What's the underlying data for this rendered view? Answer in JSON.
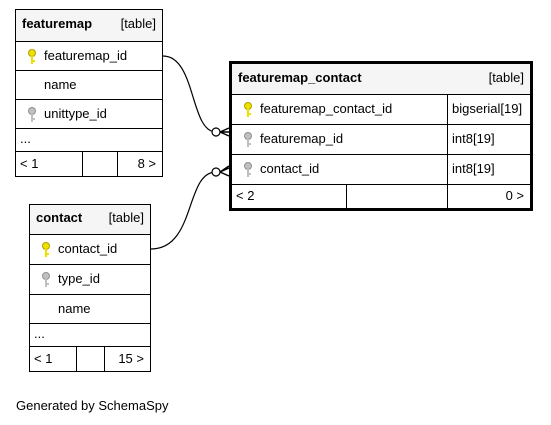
{
  "tables": {
    "featuremap": {
      "name": "featuremap",
      "kind": "[table]",
      "columns": [
        {
          "name": "featuremap_id",
          "key": "primary"
        },
        {
          "name": "name",
          "key": "none"
        },
        {
          "name": "unittype_id",
          "key": "foreign"
        }
      ],
      "more": "...",
      "footer": {
        "parents": "< 1",
        "children": "8 >"
      }
    },
    "featuremap_contact": {
      "name": "featuremap_contact",
      "kind": "[table]",
      "columns": [
        {
          "name": "featuremap_contact_id",
          "type": "bigserial[19]",
          "key": "primary"
        },
        {
          "name": "featuremap_id",
          "type": "int8[19]",
          "key": "foreign"
        },
        {
          "name": "contact_id",
          "type": "int8[19]",
          "key": "foreign"
        }
      ],
      "footer": {
        "parents": "< 2",
        "children": "0 >"
      }
    },
    "contact": {
      "name": "contact",
      "kind": "[table]",
      "columns": [
        {
          "name": "contact_id",
          "key": "primary"
        },
        {
          "name": "type_id",
          "key": "foreign"
        },
        {
          "name": "name",
          "key": "none"
        }
      ],
      "more": "...",
      "footer": {
        "parents": "< 1",
        "children": "15 >"
      }
    }
  },
  "generated_by": "Generated by SchemaSpy",
  "colors": {
    "primary_key": "#f0e000",
    "foreign_key": "#b0b0b0",
    "header_bg": "#f5f5f5"
  }
}
